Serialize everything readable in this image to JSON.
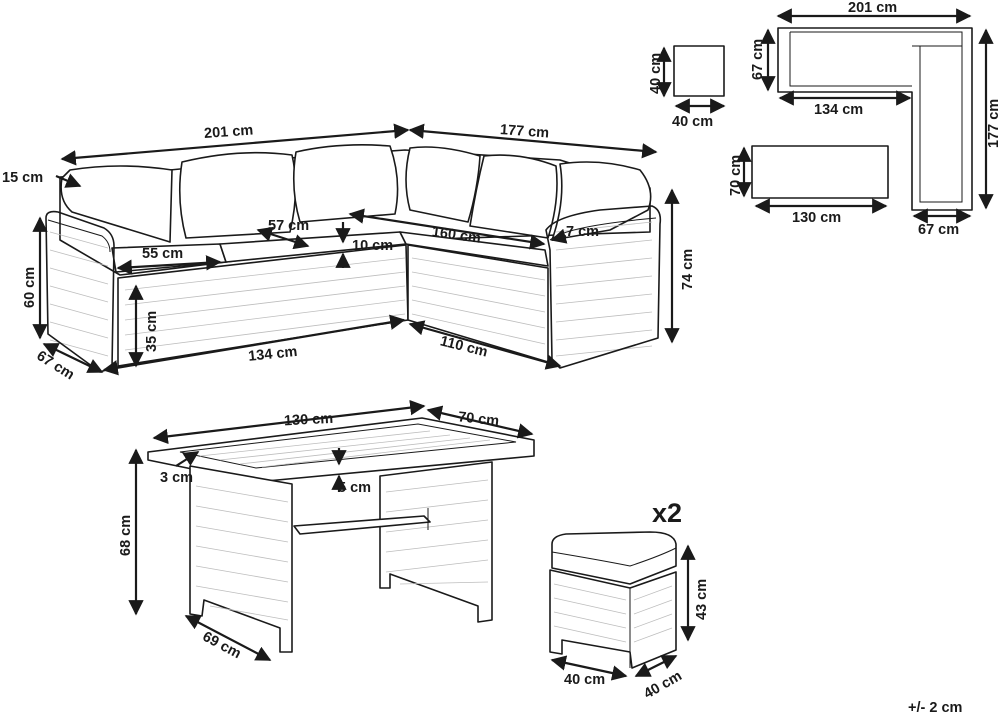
{
  "sofa": {
    "width_left": "201 cm",
    "width_right": "177 cm",
    "back_cushion": "15 cm",
    "seat_width": "55 cm",
    "seat_depth": "57 cm",
    "seat_height_step": "10 cm",
    "inner_length": "160 cm",
    "arm_width": "7 cm",
    "total_height": "74 cm",
    "arm_height": "60 cm",
    "seat_height": "35 cm",
    "depth": "67 cm",
    "base_length": "134 cm",
    "base_right": "110 cm"
  },
  "table": {
    "length": "130 cm",
    "width": "70 cm",
    "rim": "3 cm",
    "top_thickness": "5 cm",
    "height": "68 cm",
    "leg_depth": "69 cm"
  },
  "stool": {
    "quantity": "x2",
    "height": "43 cm",
    "width": "40 cm",
    "depth": "40 cm"
  },
  "top_views": {
    "stool": {
      "width": "40 cm",
      "depth": "40 cm"
    },
    "table": {
      "length": "130 cm",
      "width": "70 cm"
    },
    "sofa": {
      "width": "201 cm",
      "depth_left": "67 cm",
      "inner_length": "134 cm",
      "length_right": "177 cm",
      "depth_right": "67 cm"
    }
  },
  "tolerance": "+/- 2 cm"
}
